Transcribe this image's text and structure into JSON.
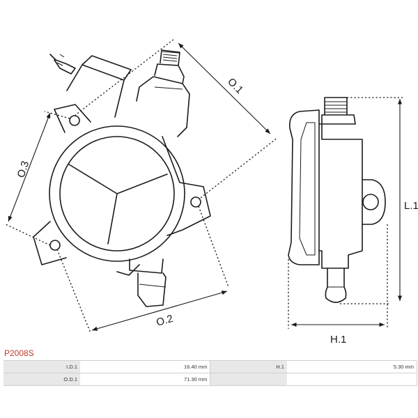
{
  "diagram": {
    "labels": {
      "od": "O.1",
      "l3": "O.3",
      "l2": "O.2",
      "length": "L.1",
      "height": "H.1"
    }
  },
  "part_number": "P2008S",
  "specs": [
    {
      "key1": "I.D.1",
      "val1": "16.40 mm",
      "key2": "H.1",
      "val2": "5.30 mm"
    },
    {
      "key1": "O.D.1",
      "val1": "71.30 mm",
      "key2": "",
      "val2": ""
    }
  ]
}
